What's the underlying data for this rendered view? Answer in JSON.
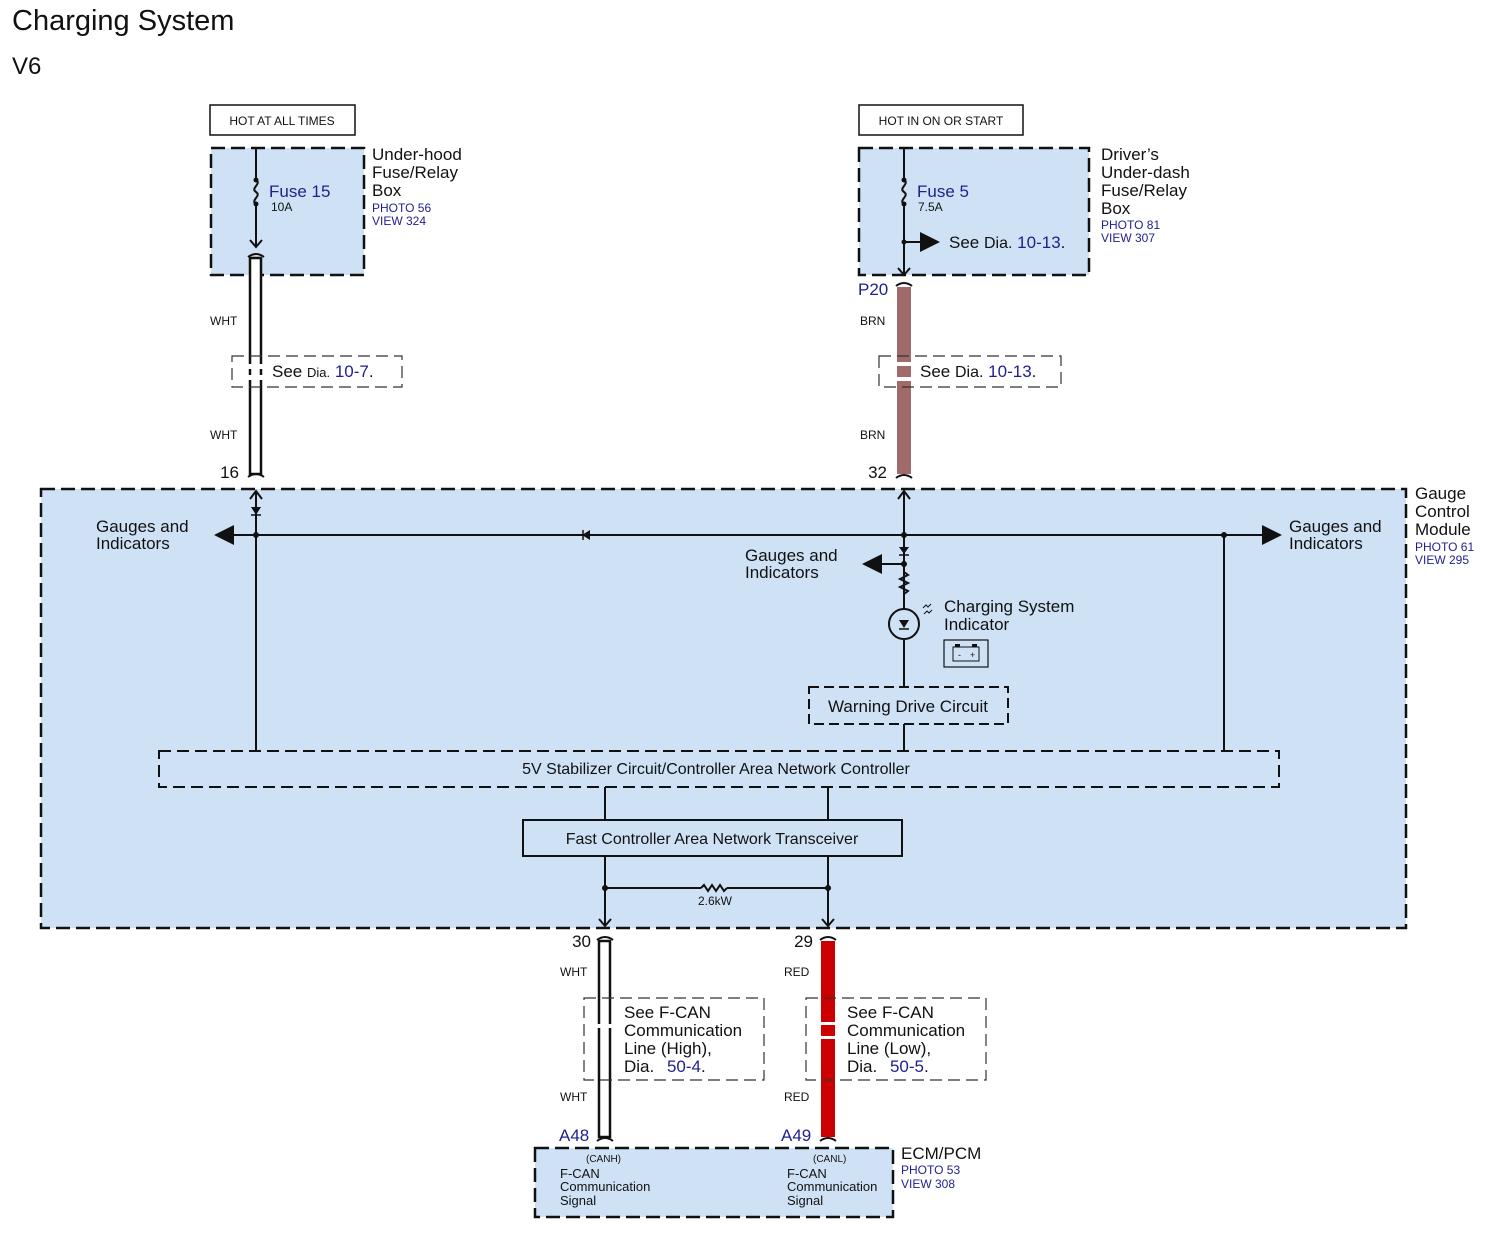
{
  "header": {
    "title": "Charging System",
    "subtitle": "V6"
  },
  "power_sources": {
    "left": {
      "label": "HOT AT ALL TIMES",
      "fuse_name": "Fuse 15",
      "fuse_rating": "10A",
      "box_name_lines": [
        "Under-hood",
        "Fuse/Relay",
        "Box"
      ],
      "photo": "PHOTO 56",
      "view": "VIEW 324"
    },
    "right": {
      "label": "HOT IN ON OR START",
      "fuse_name": "Fuse 5",
      "fuse_rating": "7.5A",
      "box_name_lines": [
        "Driver’s",
        "Under-dash",
        "Fuse/Relay",
        "Box"
      ],
      "photo": "PHOTO 81",
      "view": "VIEW 307",
      "branch_ref_prefix": "See",
      "branch_ref_dia": "Dia.",
      "branch_ref_num": "10-13",
      "connector": "P20"
    }
  },
  "wires": {
    "left": {
      "color_name": "WHT",
      "color_hex": "#ffffff",
      "ref_prefix": "See",
      "ref_dia": "Dia.",
      "ref_num": "10-7",
      "pin": "16"
    },
    "right": {
      "color_name": "BRN",
      "color_hex": "#a06a6a",
      "ref_prefix": "See",
      "ref_dia": "Dia.",
      "ref_num": "10-13",
      "pin": "32"
    },
    "canh": {
      "color_name": "WHT",
      "color_hex": "#ffffff",
      "pin": "30",
      "ref_lines": [
        "See F-CAN",
        "Communication",
        "Line (High),"
      ],
      "ref_dia": "Dia.",
      "ref_num": "50-4",
      "ecm_pin": "A48"
    },
    "canl": {
      "color_name": "RED",
      "color_hex": "#cc0000",
      "pin": "29",
      "ref_lines": [
        "See F-CAN",
        "Communication",
        "Line (Low),"
      ],
      "ref_dia": "Dia.",
      "ref_num": "50-5",
      "ecm_pin": "A49"
    }
  },
  "gauge_module": {
    "name_lines": [
      "Gauge",
      "Control",
      "Module"
    ],
    "photo": "PHOTO 61",
    "view": "VIEW 295",
    "gauges_left": [
      "Gauges and",
      "Indicators"
    ],
    "gauges_mid": [
      "Gauges and",
      "Indicators"
    ],
    "gauges_right": [
      "Gauges and",
      "Indicators"
    ],
    "indicator_lines": [
      "Charging System",
      "Indicator"
    ],
    "battery_icon": {
      "minus": "-",
      "plus": "+"
    },
    "warning_drive": "Warning Drive Circuit",
    "stabilizer": "5V Stabilizer Circuit/Controller Area Network Controller",
    "transceiver": "Fast Controller Area Network Transceiver",
    "resistor_value": "2.6kW"
  },
  "ecm": {
    "name": "ECM/PCM",
    "photo": "PHOTO 53",
    "view": "VIEW 308",
    "canh_tag": "(CANH)",
    "canl_tag": "(CANL)",
    "signal_lines": [
      "F-CAN",
      "Communication",
      "Signal"
    ]
  },
  "colors": {
    "box_fill": "#cfe2f5",
    "link_blue": "#1f1f8f",
    "brown_wire": "#a06a6a",
    "red_wire": "#cc0000"
  }
}
